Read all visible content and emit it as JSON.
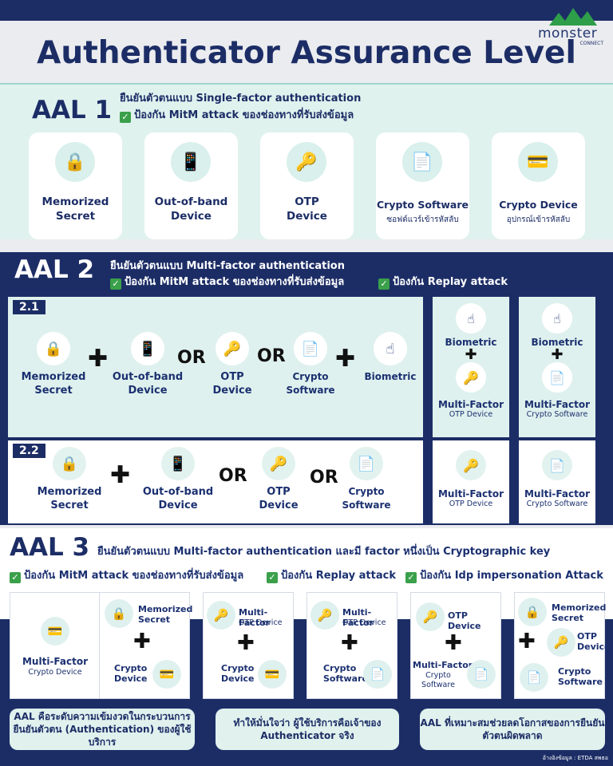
{
  "brand": {
    "word": "monster",
    "sub": "CONNECT"
  },
  "title": "Authenticator Assurance Level",
  "aal1": {
    "label": "AAL 1",
    "desc1": "ยืนยันตัวตนแบบ Single-factor authentication",
    "desc2": "ป้องกัน MitM attack ของช่องทางที่รับส่งข้อมูล",
    "cards": [
      {
        "title": "Memorized Secret",
        "sub": "",
        "icon": "user-lock-icon"
      },
      {
        "title": "Out-of-band Device",
        "sub": "",
        "icon": "phone-sms-icon"
      },
      {
        "title": "OTP Device",
        "sub": "",
        "icon": "otp-token-icon"
      },
      {
        "title": "Crypto Software",
        "sub": "ซอฟต์แวร์เข้ารหัสลับ",
        "icon": "crypto-file-icon"
      },
      {
        "title": "Crypto Device",
        "sub": "อุปกรณ์เข้ารหัสลับ",
        "icon": "crypto-card-icon"
      }
    ]
  },
  "aal2": {
    "label": "AAL 2",
    "desc1": "ยืนยันตัวตนแบบ Multi-factor authentication",
    "desc2": "ป้องกัน MitM attack ของช่องทางที่รับส่งข้อมูล",
    "desc3": "ป้องกัน Replay attack",
    "tag1": "2.1",
    "tag2": "2.2",
    "or": "OR",
    "items21": [
      "Memorized Secret",
      "Out-of-band Device",
      "OTP Device",
      "Crypto Software",
      "Biometric"
    ],
    "items22": [
      "Memorized Secret",
      "Out-of-band Device",
      "OTP Device",
      "Crypto Software"
    ],
    "side": {
      "biometric": "Biometric",
      "mf": "Multi-Factor",
      "otp": "OTP Device",
      "crypto_sw": "Crypto Software"
    }
  },
  "aal3": {
    "label": "AAL 3",
    "desc1": "ยืนยันตัวตนแบบ Multi-factor authentication และมี factor หนึ่งเป็น Cryptographic key",
    "chk1": "ป้องกัน MitM attack ของช่องทางที่รับส่งข้อมูล",
    "chk2": "ป้องกัน Replay attack",
    "chk3": "ป้องกัน Idp impersonation Attack",
    "b1": {
      "t": "Multi-Factor",
      "s": "Crypto Device"
    },
    "b2": {
      "top": "Memorized Secret",
      "bottom": "Crypto Device"
    },
    "b3": {
      "top": "Multi-Factor",
      "top_s": "OTP Device",
      "bottom": "Crypto Device"
    },
    "b4": {
      "top": "Multi-Factor",
      "top_s": "OTP Device",
      "bottom": "Crypto Software"
    },
    "b5": {
      "top": "OTP Device",
      "bottom": "Multi-Factor",
      "bottom_s": "Crypto Software"
    },
    "b6": {
      "a": "Memorized Secret",
      "b": "OTP Device",
      "c": "Crypto Software"
    }
  },
  "notes": [
    "AAL คือระดับความเข้มงวดในกระบวนการยืนยันตัวตน (Authentication) ของผู้ใช้บริการ",
    "ทำให้มั่นใจว่า ผู้ใช้บริการคือเจ้าของ Authenticator จริง",
    "AAL ที่เหมาะสมช่วยลดโอกาสของการยืนยันตัวตนผิดพลาด"
  ],
  "source": "อ้างอิงข้อมูล : ETDA สพธอ",
  "colors": {
    "navy": "#1c2d66",
    "mint": "#e0f2ee",
    "check": "#3aa04a"
  }
}
